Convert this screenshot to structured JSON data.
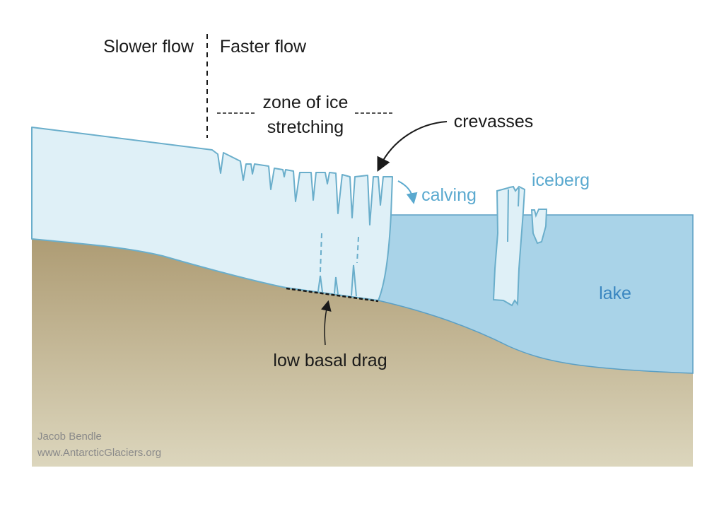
{
  "labels": {
    "slower_flow": "Slower flow",
    "faster_flow": "Faster flow",
    "zone_line1": "zone of ice",
    "zone_line2": "stretching",
    "crevasses": "crevasses",
    "calving": "calving",
    "iceberg": "iceberg",
    "lake": "lake",
    "low_basal_drag": "low basal drag"
  },
  "credit": {
    "author": "Jacob Bendle",
    "website": "www.AntarcticGlaciers.org"
  },
  "colors": {
    "ice": "#dff0f7",
    "ice_outline": "#6aaecb",
    "lake": "#a9d3e8",
    "ground_top": "#ae9c74",
    "ground_bottom": "#dcd6bd",
    "blue_label": "#5aa9cf",
    "lake_label": "#3a86c0"
  }
}
